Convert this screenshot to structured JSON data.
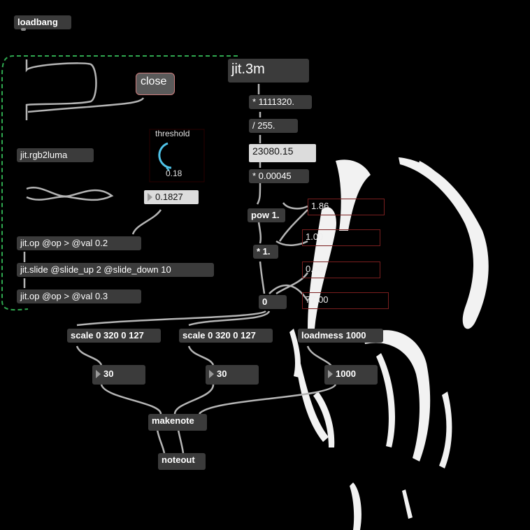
{
  "patch": {
    "loadbang": "loadbang",
    "close_button": "close",
    "threshold_label": "threshold",
    "threshold_dial_value": "0.18",
    "threshold_number": "0.1827",
    "rgb2luma": "jit.rgb2luma",
    "op1": "jit.op @op > @val 0.2",
    "slide": "jit.slide @slide_up 2 @slide_down 10",
    "op2": "jit.op @op > @val 0.3",
    "jit3m": "jit.3m",
    "mult1": "* 1111320.",
    "div": "/ 255.",
    "value_display": "23080.15",
    "mult2": "* 0.00045",
    "pow": "pow 1.",
    "mult3": "* 1.",
    "zero": "0",
    "param_pow": "1.86",
    "param_mult": "1.00",
    "param_offset": "0.00",
    "param_last": "77.00",
    "scale1": "scale 0 320 0 127",
    "scale2": "scale 0 320 0 127",
    "loadmess": "loadmess 1000",
    "num1": "30",
    "num2": "30",
    "num3": "1000",
    "makenote": "makenote",
    "noteout": "noteout"
  },
  "colors": {
    "background": "#000000",
    "object": "#3b3b3b",
    "patchcord": "#b5b5b5",
    "dashed_cord": "#2fa84f",
    "accent_dial": "#4fc3e8"
  }
}
